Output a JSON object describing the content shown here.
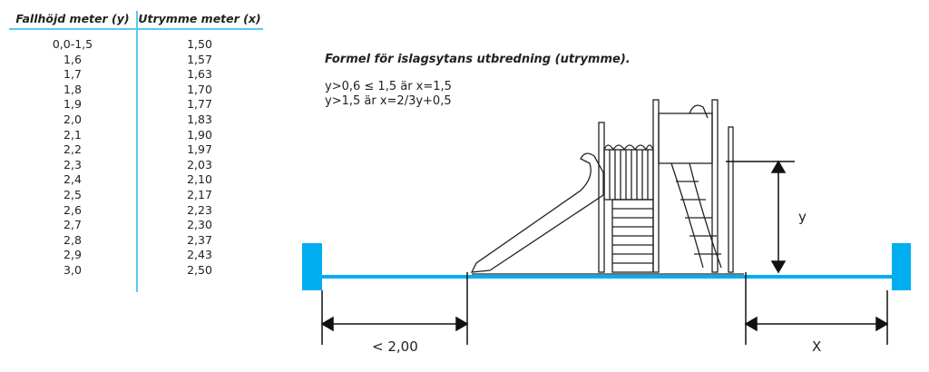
{
  "table": {
    "headers": [
      "Fallhöjd meter (y)",
      "Utrymme meter (x)"
    ],
    "rows": [
      [
        "0,0-1,5",
        "1,50"
      ],
      [
        "1,6",
        "1,57"
      ],
      [
        "1,7",
        "1,63"
      ],
      [
        "1,8",
        "1,70"
      ],
      [
        "1,9",
        "1,77"
      ],
      [
        "2,0",
        "1,83"
      ],
      [
        "2,1",
        "1,90"
      ],
      [
        "2,2",
        "1,97"
      ],
      [
        "2,3",
        "2,03"
      ],
      [
        "2,4",
        "2,10"
      ],
      [
        "2,5",
        "2,17"
      ],
      [
        "2,6",
        "2,23"
      ],
      [
        "2,7",
        "2,30"
      ],
      [
        "2,8",
        "2,37"
      ],
      [
        "2,9",
        "2,43"
      ],
      [
        "3,0",
        "2,50"
      ]
    ]
  },
  "formula": {
    "title": "Formel för islagsytans utbredning (utrymme).",
    "lines": [
      "y>0,6 ≤ 1,5 är x=1,5",
      "y>1,5 är x=2/3y+0,5"
    ]
  },
  "diagram": {
    "left_label": "< 2,00",
    "right_label": "X",
    "height_label": "y",
    "accent": "#00aeef"
  }
}
